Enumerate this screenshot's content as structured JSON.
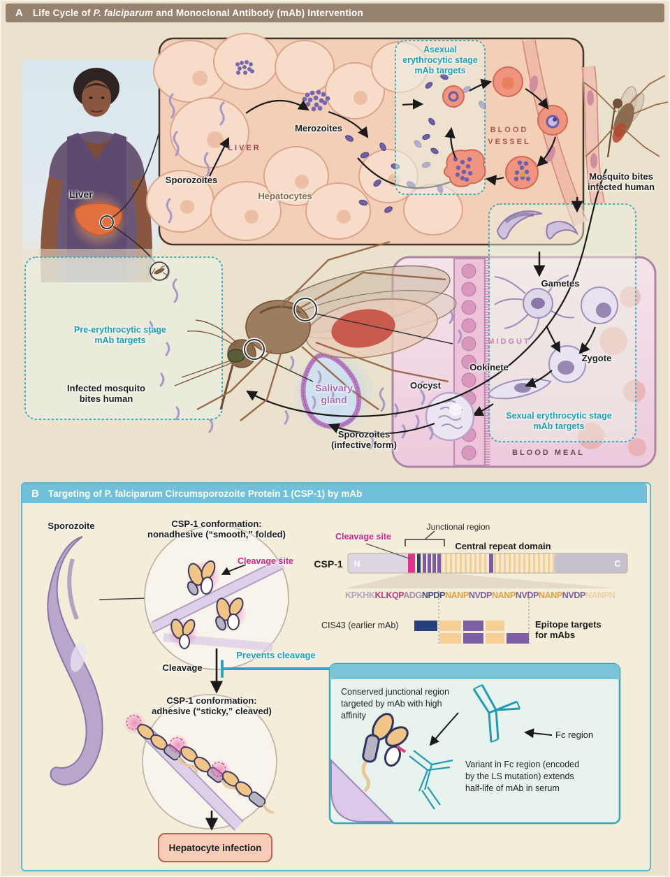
{
  "panel_a": {
    "tag": "A",
    "title_prefix": "Life Cycle of ",
    "title_italic": "P. falciparum",
    "title_suffix": " and Monoclonal Antibody (mAb) Intervention",
    "labels": {
      "liver": "Liver",
      "sporozoites": "Sporozoites",
      "liver_caps": "LIVER",
      "merozoites": "Merozoites",
      "hepatocytes": "Hepatocytes",
      "asexual": [
        "Asexual",
        "erythrocytic stage",
        "mAb targets"
      ],
      "blood_vessel": [
        "BLOOD",
        "VESSEL"
      ],
      "mosquito_bites": [
        "Mosquito bites",
        "infected human"
      ],
      "gametes": "Gametes",
      "midgut": "MIDGUT",
      "zygote": "Zygote",
      "ookinete": "Ookinete",
      "oocyst": "Oocyst",
      "salivary": [
        "Salivary",
        "gland"
      ],
      "sporozoites_infective": [
        "Sporozoites",
        "(infective form)"
      ],
      "sexual": [
        "Sexual erythrocytic stage",
        "mAb targets"
      ],
      "blood_meal": "BLOOD MEAL",
      "pre_erythrocytic": [
        "Pre-erythrocytic stage",
        "mAb targets"
      ],
      "infected_mosquito": [
        "Infected mosquito",
        "bites human"
      ]
    }
  },
  "panel_b": {
    "tag": "B",
    "title_prefix": "Targeting of ",
    "title_italic": "P. falciparum",
    "title_suffix": " Circumsporozoite Protein 1 (CSP-1) by mAb",
    "labels": {
      "sporozoite": "Sporozoite",
      "conf_nonadhesive": [
        "CSP-1 conformation:",
        "nonadhesive (“smooth,” folded)"
      ],
      "cleavage_site": "Cleavage site",
      "cleavage": "Cleavage",
      "prevents_cleavage": "Prevents cleavage",
      "conf_adhesive": [
        "CSP-1 conformation:",
        "adhesive (“sticky,” cleaved)"
      ],
      "hepatocyte_infection": "Hepatocyte infection",
      "csp1": "CSP-1",
      "n_term": "N",
      "c_term": "C",
      "junctional_region": "Junctional region",
      "central_repeat": "Central repeat domain",
      "cis43": "CIS43 (earlier mAb)",
      "epitope_targets": [
        "Epitope targets",
        "for mAbs"
      ],
      "conserved": [
        "Conserved junctional region",
        "targeted by mAb with high",
        "affinity"
      ],
      "fc_region": "Fc region",
      "variant": [
        "Variant in Fc region (encoded",
        "by the LS mutation) extends",
        "half-life of mAb in serum"
      ]
    },
    "sequence": [
      {
        "t": "KPKHK",
        "c": "#b3a4bd"
      },
      {
        "t": "KLKQP",
        "c": "#c1397f"
      },
      {
        "t": "ADG",
        "c": "#9b8fa8"
      },
      {
        "t": "NPDP",
        "c": "#3c4a82"
      },
      {
        "t": "NANP",
        "c": "#e3a23f"
      },
      {
        "t": "NVDP",
        "c": "#7c5da2"
      },
      {
        "t": "NANP",
        "c": "#e3a23f"
      },
      {
        "t": "NVDP",
        "c": "#7c5da2"
      },
      {
        "t": "NANP",
        "c": "#e3a23f"
      },
      {
        "t": "NVDP",
        "c": "#7c5da2"
      },
      {
        "t": "NANPN",
        "c": "#edd0a2"
      }
    ]
  },
  "colors": {
    "panel_a_header_bg": "#97816f",
    "panel_b_header_bg": "#6fc0d8",
    "teal_accent": "#189fb6",
    "magenta_accent": "#d3237c",
    "blood_vessel_text": "#a85a4e",
    "liver_caps_text": "#93404e",
    "midgut_text": "#c584ad",
    "blood_meal_text": "#70454f",
    "epitope_navy": "#24417d",
    "epitope_tan": "#f6cf96",
    "epitope_purple": "#7e5fa6",
    "hepatocyte_box_fill": "#f7ccb9",
    "hepatocyte_box_border": "#c05f4a"
  }
}
